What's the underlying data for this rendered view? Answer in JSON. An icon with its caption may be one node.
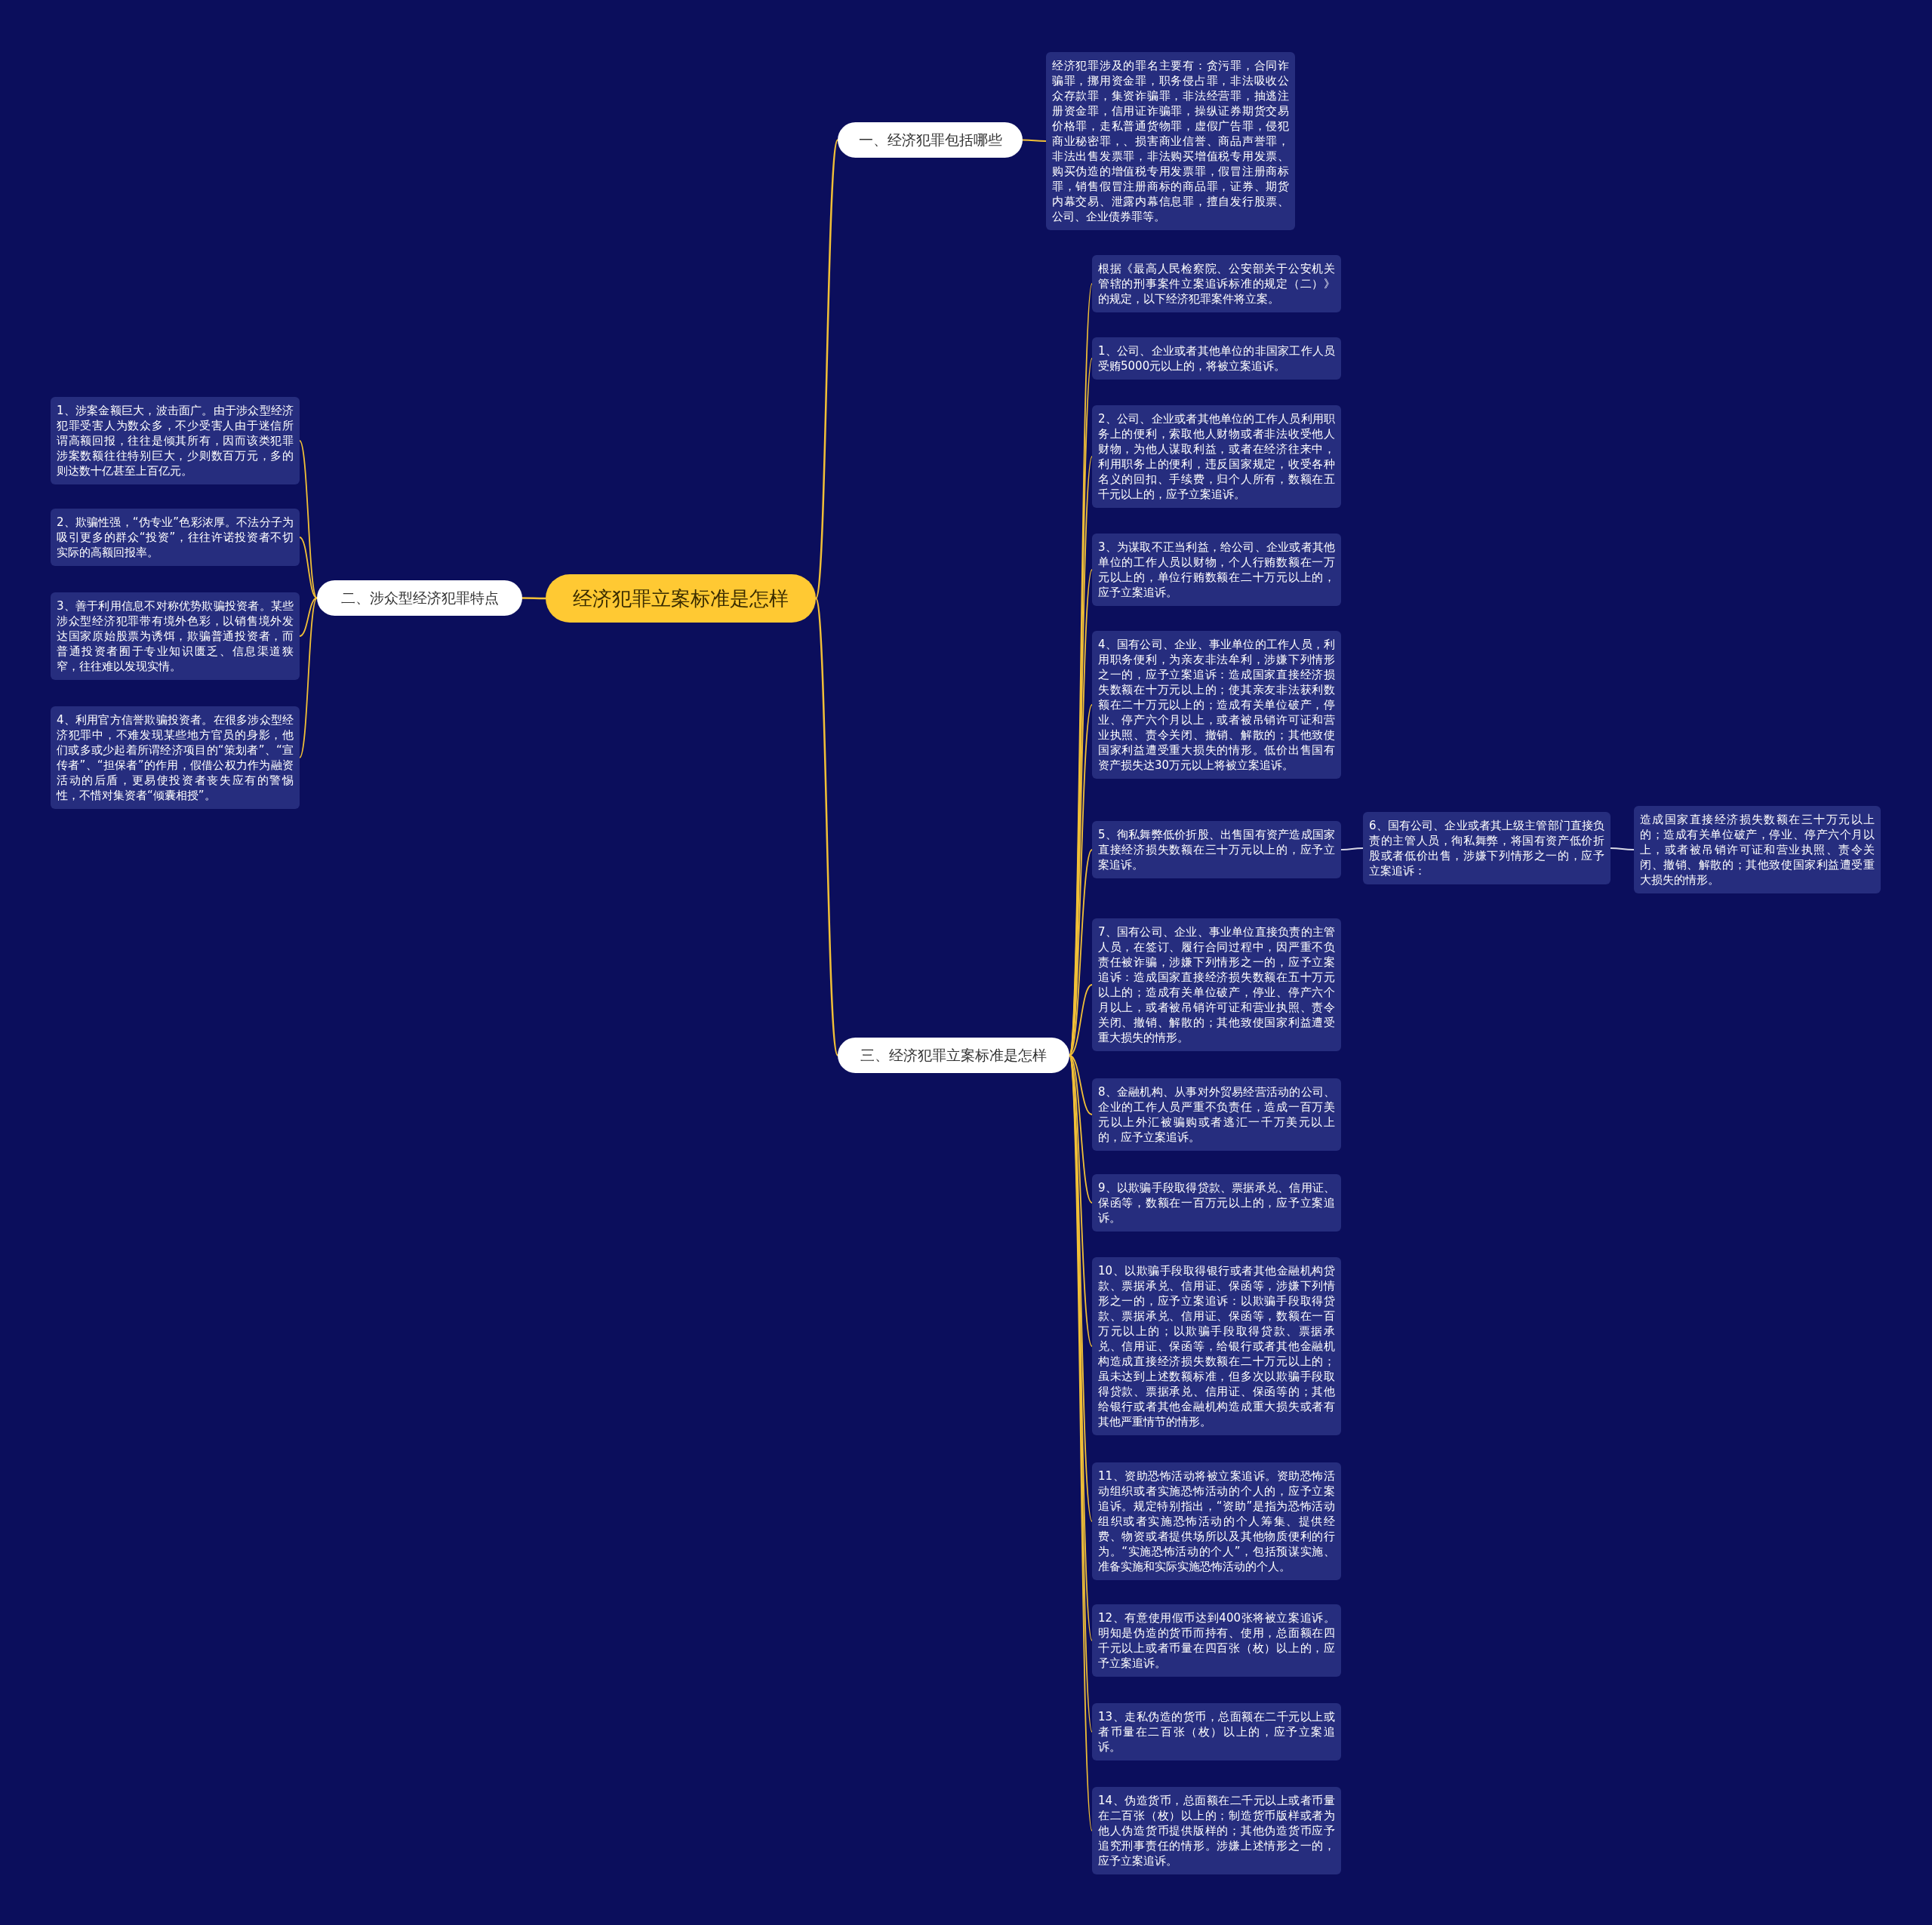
{
  "diagram": {
    "nodes": [
      {
        "text": [
          "经济犯罪立案标准是怎样"
        ]
      },
      {
        "text": [
          "一、经济犯罪包括哪些"
        ]
      },
      {
        "text": [
          "经济犯罪涉及的罪名主要有：贪污罪，合同诈骗罪，挪用资金罪，职务侵占罪，非法吸收公众存款罪，集资诈骗罪，非法经营罪，抽逃注册资金罪，信用证诈骗罪，操纵证券期货交易价格罪，走私普通货物罪，虚假广告罪，侵犯商业秘密罪，、损害商业信誉、商品声誉罪，非法出售发票罪，非法购买增值税专用发票、购买伪造的增值税专用发票罪，假冒注册商标罪，销售假冒注册商标的商品罪，证券、期货内幕交易、泄露内幕信息罪，擅自发行股票、公司、企业债券罪等。"
        ]
      },
      {
        "text": [
          "二、涉众型经济犯罪特点"
        ]
      },
      {
        "text": [
          "1、涉案金额巨大，波击面广。由于涉众型经济犯罪受害人为数众多，不少受害人由于迷信所谓高额回报，往往是倾其所有，因而该类犯罪涉案数额往往特别巨大，少则数百万元，多的则达数十亿甚至上百亿元。"
        ]
      },
      {
        "text": [
          "2、欺骗性强，“伪专业”色彩浓厚。不法分子为吸引更多的群众“投资”，往往许诺投资者不切实际的高额回报率。"
        ]
      },
      {
        "text": [
          "3、善于利用信息不对称优势欺骗投资者。某些涉众型经济犯罪带有境外色彩，以销售境外发达国家原始股票为诱饵，欺骗普通投资者，而普通投资者囿于专业知识匮乏、信息渠道狭窄，往往难以发现实情。"
        ]
      },
      {
        "text": [
          "4、利用官方信誉欺骗投资者。在很多涉众型经济犯罪中，不难发现某些地方官员的身影，他们或多或少起着所谓经济项目的“策划者”、“宣传者”、“担保者”的作用，假借公权力作为融资活动的后盾，更易使投资者丧失应有的警惕性，不惜对集资者“倾囊相授”。"
        ]
      },
      {
        "text": [
          "三、经济犯罪立案标准是怎样"
        ]
      },
      {
        "text": [
          "根据《最高人民检察院、公安部关于公安机关管辖的刑事案件立案追诉标准的规定（二）》的规定，以下经济犯罪案件将立案。"
        ]
      },
      {
        "text": [
          "1、公司、企业或者其他单位的非国家工作人员受贿5000元以上的，将被立案追诉。"
        ]
      },
      {
        "text": [
          "2、公司、企业或者其他单位的工作人员利用职务上的便利，索取他人财物或者非法收受他人财物，为他人谋取利益，或者在经济往来中，利用职务上的便利，违反国家规定，收受各种名义的回扣、手续费，归个人所有，数额在五千元以上的，应予立案追诉。"
        ]
      },
      {
        "text": [
          "3、为谋取不正当利益，给公司、企业或者其他单位的工作人员以财物，个人行贿数额在一万元以上的，单位行贿数额在二十万元以上的，应予立案追诉。"
        ]
      },
      {
        "text": [
          "4、国有公司、企业、事业单位的工作人员，利用职务便利，为亲友非法牟利，涉嫌下列情形之一的，应予立案追诉：造成国家直接经济损失数额在十万元以上的；使其亲友非法获利数额在二十万元以上的；造成有关单位破产，停业、停产六个月以上，或者被吊销许可证和营业执照、责令关闭、撤销、解散的；其他致使国家利益遭受重大损失的情形。低价出售国有资产损失达30万元以上将被立案追诉。"
        ]
      },
      {
        "text": [
          "5、徇私舞弊低价折股、出售国有资产造成国家直接经济损失数额在三十万元以上的，应予立案追诉。"
        ]
      },
      {
        "text": [
          "6、国有公司、企业或者其上级主管部门直接负责的主管人员，徇私舞弊，将国有资产低价折股或者低价出售，涉嫌下列情形之一的，应予立案追诉："
        ]
      },
      {
        "text": [
          "造成国家直接经济损失数额在三十万元以上的；造成有关单位破产，停业、停产六个月以上，或者被吊销许可证和营业执照、责令关闭、撤销、解散的；其他致使国家利益遭受重大损失的情形。"
        ]
      },
      {
        "text": [
          "7、国有公司、企业、事业单位直接负责的主管人员，在签订、履行合同过程中，因严重不负责任被诈骗，涉嫌下列情形之一的，应予立案追诉：造成国家直接经济损失数额在五十万元以上的；造成有关单位破产，停业、停产六个月以上，或者被吊销许可证和营业执照、责令关闭、撤销、解散的；其他致使国家利益遭受重大损失的情形。"
        ]
      },
      {
        "text": [
          "8、金融机构、从事对外贸易经营活动的公司、企业的工作人员严重不负责任，造成一百万美元以上外汇被骗购或者逃汇一千万美元以上的，应予立案追诉。"
        ]
      },
      {
        "text": [
          "9、以欺骗手段取得贷款、票据承兑、信用证、保函等，数额在一百万元以上的，应予立案追诉。"
        ]
      },
      {
        "text": [
          "10、以欺骗手段取得银行或者其他金融机构贷款、票据承兑、信用证、保函等，涉嫌下列情形之一的，应予立案追诉：以欺骗手段取得贷款、票据承兑、信用证、保函等，数额在一百万元以上的；以欺骗手段取得贷款、票据承兑、信用证、保函等，给银行或者其他金融机构造成直接经济损失数额在二十万元以上的；虽未达到上述数额标准，但多次以欺骗手段取得贷款、票据承兑、信用证、保函等的；其他给银行或者其他金融机构造成重大损失或者有其他严重情节的情形。"
        ]
      },
      {
        "text": [
          "11、资助恐怖活动将被立案追诉。资助恐怖活动组织或者实施恐怖活动的个人的，应予立案追诉。规定特别指出，“资助”是指为恐怖活动组织或者实施恐怖活动的个人筹集、提供经费、物资或者提供场所以及其他物质便利的行为。“实施恐怖活动的个人”，包括预谋实施、准备实施和实际实施恐怖活动的个人。"
        ]
      },
      {
        "text": [
          "12、有意使用假币达到400张将被立案追诉。明知是伪造的货币而持有、使用，总面额在四千元以上或者币量在四百张（枚）以上的，应予立案追诉。"
        ]
      },
      {
        "text": [
          "13、走私伪造的货币，总面额在二千元以上或者币量在二百张（枚）以上的，应予立案追诉。"
        ]
      },
      {
        "text": [
          "14、伪造货币，总面额在二千元以上或者币量在二百张（枚）以上的；制造货币版样或者为他人伪造货币提供版样的；其他伪造货币应予追究刑事责任的情形。涉嫌上述情形之一的，应予立案追诉。"
        ]
      }
    ],
    "edges": [
      {
        "from": 0,
        "to": 1,
        "arrow": "none"
      },
      {
        "from": 0,
        "to": 3,
        "arrow": "none"
      },
      {
        "from": 0,
        "to": 8,
        "arrow": "none"
      },
      {
        "from": 1,
        "to": 2,
        "arrow": "none"
      },
      {
        "from": 3,
        "to": 4,
        "arrow": "none"
      },
      {
        "from": 3,
        "to": 5,
        "arrow": "none"
      },
      {
        "from": 3,
        "to": 6,
        "arrow": "none"
      },
      {
        "from": 3,
        "to": 7,
        "arrow": "none"
      },
      {
        "from": 8,
        "to": 9,
        "arrow": "none"
      },
      {
        "from": 8,
        "to": 10,
        "arrow": "none"
      },
      {
        "from": 8,
        "to": 11,
        "arrow": "none"
      },
      {
        "from": 8,
        "to": 12,
        "arrow": "none"
      },
      {
        "from": 8,
        "to": 13,
        "arrow": "none"
      },
      {
        "from": 8,
        "to": 14,
        "arrow": "none"
      },
      {
        "from": 14,
        "to": 15,
        "arrow": "none",
        "color": "#d9d9e6"
      },
      {
        "from": 15,
        "to": 16,
        "arrow": "none",
        "color": "#d9d9e6"
      },
      {
        "from": 8,
        "to": 17,
        "arrow": "none"
      },
      {
        "from": 8,
        "to": 18,
        "arrow": "none"
      },
      {
        "from": 8,
        "to": 19,
        "arrow": "none"
      },
      {
        "from": 8,
        "to": 20,
        "arrow": "none"
      },
      {
        "from": 8,
        "to": 21,
        "arrow": "none"
      },
      {
        "from": 8,
        "to": 22,
        "arrow": "none"
      },
      {
        "from": 8,
        "to": 23,
        "arrow": "none"
      },
      {
        "from": 8,
        "to": 24,
        "arrow": "none"
      }
    ]
  }
}
